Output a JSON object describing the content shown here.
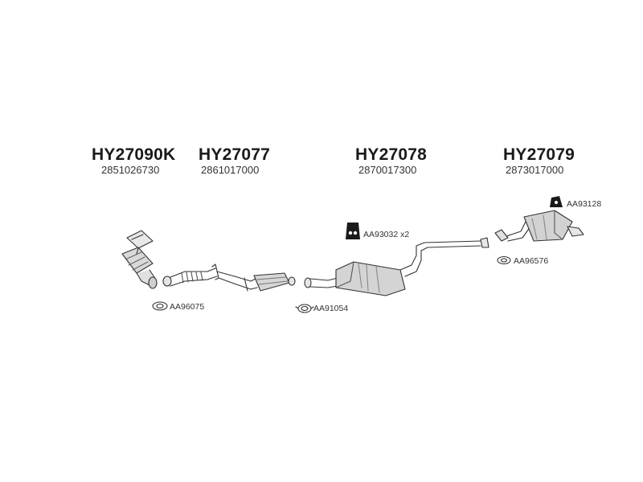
{
  "parts": [
    {
      "code": "HY27090K",
      "number": "2851026730"
    },
    {
      "code": "HY27077",
      "number": "2861017000"
    },
    {
      "code": "HY27078",
      "number": "2870017300"
    },
    {
      "code": "HY27079",
      "number": "2873017000"
    }
  ],
  "accessories": {
    "gasket_front": "AA96075",
    "clamp_mid": "AA91054",
    "hanger_mid": "AA93032 x2",
    "gasket_rear": "AA96576",
    "hanger_rear": "AA93128"
  }
}
